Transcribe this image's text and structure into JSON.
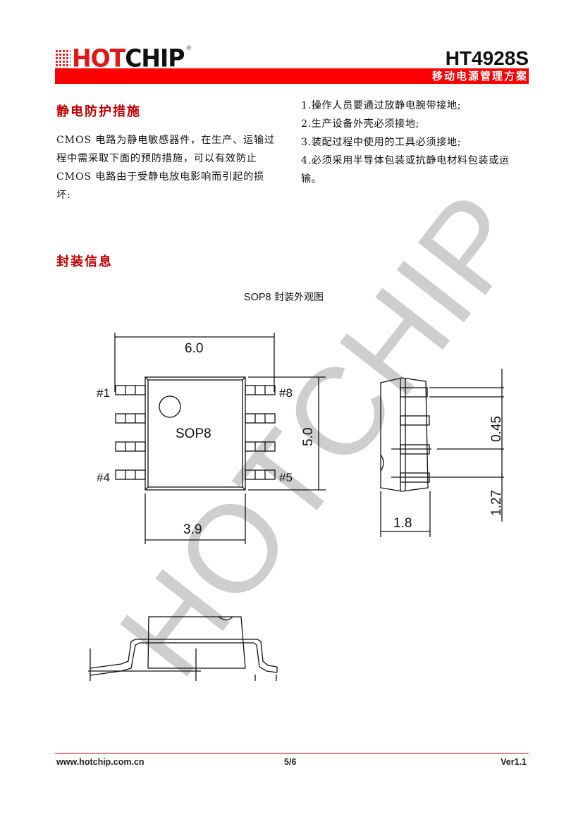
{
  "header": {
    "logo": {
      "part1": "HOT",
      "part2": "CHIP",
      "registered": "®"
    },
    "model": "HT4928S",
    "subtitle": "移动电源管理方案",
    "accent_color": "#ff0000"
  },
  "esd_section": {
    "title": "静电防护措施",
    "intro": "CMOS 电路为静电敏感器件，在生产、运输过程中需采取下面的预防措施，可以有效防止CMOS 电路由于受静电放电影响而引起的损坏:",
    "intro_lines": [
      "CMOS 电路为静电敏感器件，在生产、运输过",
      "程中需采取下面的预防措施，可以有效防止",
      "CMOS 电路由于受静电放电影响而引起的损",
      "坏:"
    ],
    "items": [
      "1.操作人员要通过放静电腕带接地;",
      "2.生产设备外壳必须接地;",
      "3.装配过程中使用的工具必须接地;",
      "4.必须采用半导体包装或抗静电材料包装或运",
      "输。"
    ]
  },
  "package_section": {
    "title": "封装信息",
    "caption_en": "SOP8",
    "caption_cn": " 封装外观图",
    "top_view": {
      "label": "SOP8",
      "width_overall": "6.0",
      "body_height": "5.0",
      "body_width": "3.9",
      "pins": {
        "p1": "#1",
        "p4": "#4",
        "p5": "#5",
        "p8": "#8"
      }
    },
    "side_view": {
      "height": "1.8",
      "lead_width": "0.45",
      "pitch": "1.27"
    }
  },
  "watermark": "HOTCHIP",
  "footer": {
    "url": "www.hotchip.com.cn",
    "page": "5/6",
    "version": "Ver1.1"
  }
}
